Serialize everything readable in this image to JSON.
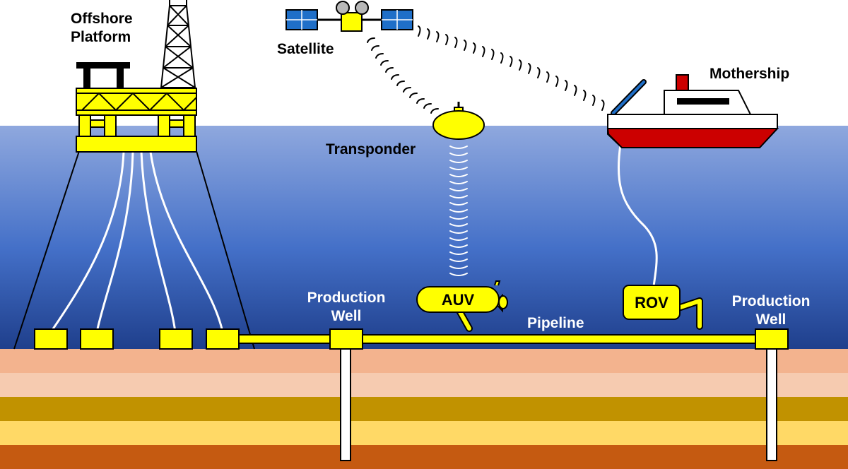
{
  "labels": {
    "offshore_platform": [
      "Offshore",
      "Platform"
    ],
    "satellite": "Satellite",
    "mothership": "Mothership",
    "transponder": "Transponder",
    "production_well_left": [
      "Production",
      "Well"
    ],
    "production_well_right": [
      "Production",
      "Well"
    ],
    "auv": "AUV",
    "rov": "ROV",
    "pipeline": "Pipeline"
  },
  "colors": {
    "sky": "#ffffff",
    "sea_top": "#8fa8de",
    "sea_bottom": "#1f3f8c",
    "equipment_yellow": "#ffff00",
    "ship_hull_red": "#cc0000",
    "solar_panel_blue": "#1f6fc8",
    "seabed_layers": [
      "#f3b38e",
      "#f6cbb0",
      "#c19200",
      "#ffd966",
      "#c55a11"
    ]
  }
}
